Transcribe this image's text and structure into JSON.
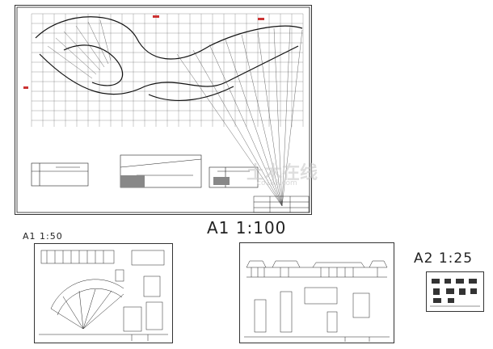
{
  "labels": {
    "a1_scale": "A1 1:100",
    "a1_50_scale": "A1 1:50",
    "a2_scale": "A2 1:25"
  },
  "watermark": {
    "brand": "土木在线",
    "url": "co188.com"
  },
  "colors": {
    "line": "#222222",
    "paper": "#ffffff",
    "watermark": "#cccccc",
    "accent_red": "#cc3333"
  }
}
